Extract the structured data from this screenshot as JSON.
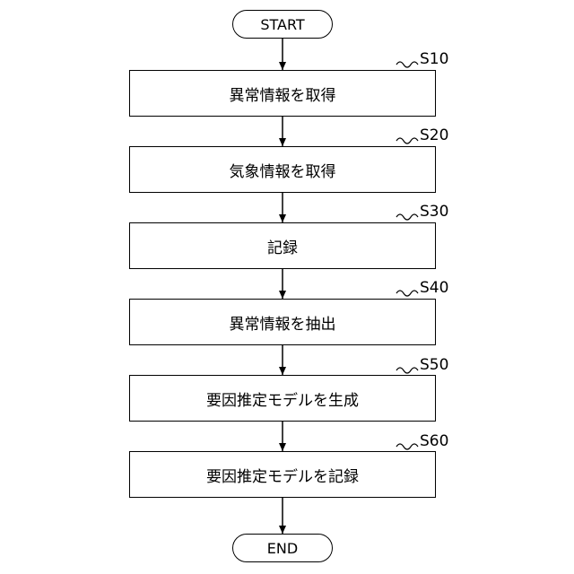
{
  "flowchart": {
    "start": "START",
    "end": "END",
    "steps": [
      {
        "id": "S10",
        "label": "異常情報を取得"
      },
      {
        "id": "S20",
        "label": "気象情報を取得"
      },
      {
        "id": "S30",
        "label": "記録"
      },
      {
        "id": "S40",
        "label": "異常情報を抽出"
      },
      {
        "id": "S50",
        "label": "要因推定モデルを生成"
      },
      {
        "id": "S60",
        "label": "要因推定モデルを記録"
      }
    ]
  }
}
